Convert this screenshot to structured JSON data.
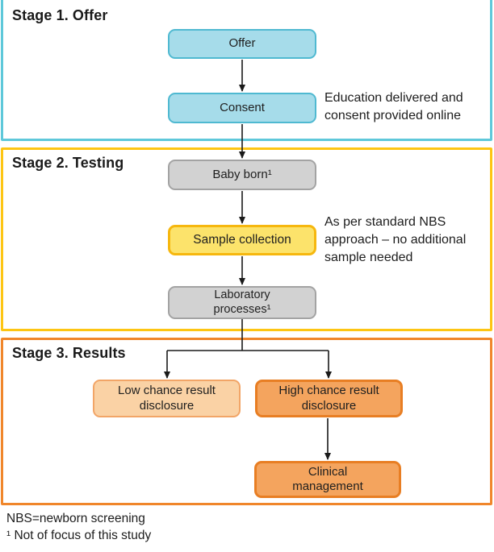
{
  "figure": {
    "type": "flowchart",
    "description": "Three-stage newborn screening study pathway"
  },
  "stages": [
    {
      "label": "Stage 1. Offer"
    },
    {
      "label": "Stage 2. Testing"
    },
    {
      "label": "Stage 3. Results"
    }
  ],
  "nodes": {
    "offer": {
      "label": "Offer"
    },
    "consent": {
      "label": "Consent"
    },
    "baby_born": {
      "label": "Baby born¹"
    },
    "sample_collection": {
      "label": "Sample collection"
    },
    "laboratory": {
      "label": "Laboratory\nprocesses¹"
    },
    "low_chance": {
      "label": "Low chance result\ndisclosure"
    },
    "high_chance": {
      "label": "High chance result\ndisclosure"
    },
    "clinical": {
      "label": "Clinical\nmanagement"
    }
  },
  "annotations": {
    "consent_note": "Education delivered and\nconsent provided online",
    "sample_note": "As per standard NBS\napproach – no additional\nsample needed"
  },
  "footnotes": [
    "NBS=newborn screening",
    "¹ Not of focus of this study"
  ],
  "colors": {
    "stage1_border": "#5ec8da",
    "stage2_border": "#fdc513",
    "stage3_border": "#f0862b",
    "node_blue_fill": "#a6dcea",
    "node_blue_border": "#4fb9d1",
    "node_gray_fill": "#d2d2d2",
    "node_gray_border": "#a3a3a3",
    "node_yellow_fill": "#fce36b",
    "node_yellow_border": "#f6b70e",
    "node_light_orange_fill": "#fad2a5",
    "node_light_orange_border": "#f2a567",
    "node_orange_fill": "#f4a45e",
    "node_orange_border": "#e87e23",
    "arrow": "#1a1a1a",
    "text": "#1a1a1a"
  }
}
